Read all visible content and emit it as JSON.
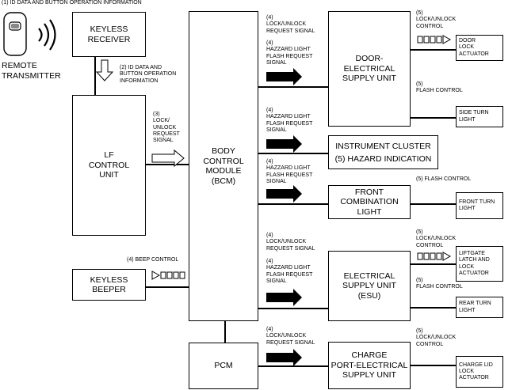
{
  "top_caption": "(1) ID DATA AND BUTTON OPERATION INFORMATION",
  "remote_transmitter": "REMOTE\nTRANSMITTER",
  "keyless_receiver": "KEYLESS\nRECEIVER",
  "id_data_label": "(2) ID DATA AND\nBUTTON OPERATION\nINFORMATION",
  "lf_control_unit": "LF\nCONTROL\nUNIT",
  "lock_unlock_3": "(3)\nLOCK/\nUNLOCK\nREQUEST\nSIGNAL",
  "bcm": "BODY\nCONTROL\nMODULE\n(BCM)",
  "beep_control": "(4) BEEP CONTROL",
  "keyless_beeper": "KEYLESS\nBEEPER",
  "pcm": "PCM",
  "signals": {
    "s1": "(4)\nLOCK/UNLOCK\nREQUEST SIGNAL",
    "s2": "(4)\nHAZZARD LIGHT\nFLASH REQUEST\nSIGNAL",
    "s3": "(4)\nHAZZARD LIGHT\nFLASH REQUEST\nSIGNAL",
    "s4": "(4)\nHAZZARD LIGHT\nFLASH REQUEST\nSIGNAL",
    "s5": "(4)\nLOCK/UNLOCK\nREQUEST SIGNAL",
    "s6": "(4)\nHAZZARD LIGHT\nFLASH REQUEST\nSIGNAL",
    "s7": "(4)\nLOCK/UNLOCK\nREQUEST SIGNAL"
  },
  "door_esu": "DOOR-\nELECTRICAL\nSUPPLY UNIT",
  "instrument_cluster": "INSTRUMENT CLUSTER\n(5) HAZARD INDICATION",
  "front_combination": "FRONT\nCOMBINATION\nLIGHT",
  "esu": "ELECTRICAL\nSUPPLY UNIT\n(ESU)",
  "charge_port": "CHARGE\nPORT-ELECTRICAL\nSUPPLY UNIT",
  "controls": {
    "c1": "(5)\nLOCK/UNLOCK\nCONTROL",
    "c2": "(5)\nFLASH CONTROL",
    "c3": "(5) FLASH CONTROL",
    "c4": "(5)\nLOCK/UNLOCK\nCONTROL",
    "c5": "(5)\nFLASH CONTROL",
    "c6": "(5)\nLOCK/UNLOCK\nCONTROL"
  },
  "outputs": {
    "door_lock": "DOOR\nLOCK\nACTUATOR",
    "side_turn": "SIDE TURN\nLIGHT",
    "front_turn": "FRONT TURN\nLIGHT",
    "liftgate": "LIFTGATE\nLATCH AND\nLOCK\nACTUATOR",
    "rear_turn": "REAR TURN\nLIGHT",
    "charge_lid": "CHARGE LID\nLOCK\nACTUATOR"
  }
}
